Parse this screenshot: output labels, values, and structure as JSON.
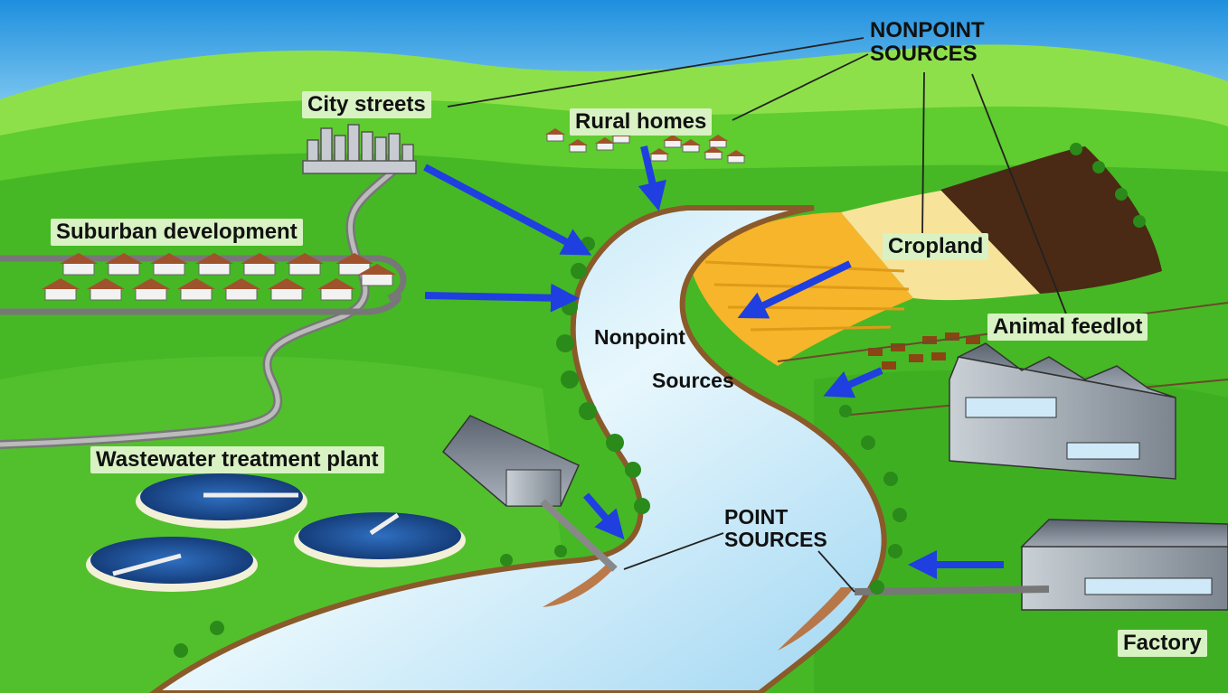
{
  "labels": {
    "nonpoint_upper_line1": "NONPOINT",
    "nonpoint_upper_line2": "SOURCES",
    "city_streets": "City streets",
    "rural_homes": "Rural homes",
    "suburban_development": "Suburban development",
    "cropland": "Cropland",
    "animal_feedlot": "Animal feedlot",
    "nonpoint_center": "Nonpoint",
    "sources_center": "Sources",
    "wastewater_treatment_plant": "Wastewater treatment plant",
    "point_sources_line1": "POINT",
    "point_sources_line2": "SOURCES",
    "factory": "Factory"
  },
  "colors": {
    "sky": "#2a9be0",
    "grass_light": "#7fd63f",
    "grass_mid": "#4fbf2a",
    "grass_dark": "#2f9a1a",
    "river": "#bfe6f7",
    "river_edge": "#8a5a2a",
    "arrow": "#1f3fe0",
    "label_bg": "#d8f2c4",
    "crop_gold": "#f6b52a",
    "crop_yellow": "#f7e39a",
    "soil": "#4a2a14",
    "building": "#9aa3ad",
    "tank": "#1f4f9a",
    "sediment": "#b8652a"
  }
}
